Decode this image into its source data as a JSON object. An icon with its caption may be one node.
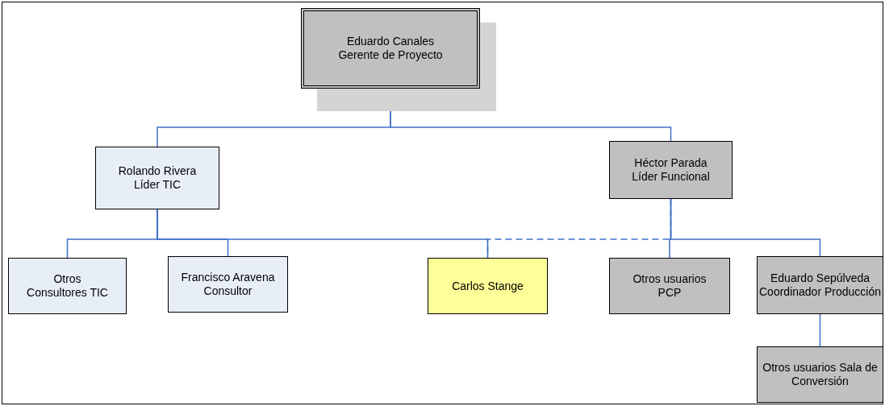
{
  "diagram": {
    "nodes": [
      {
        "text": [
          "Eduardo Canales",
          "Gerente de Proyecto"
        ]
      },
      {
        "text": [
          "Rolando Rivera",
          "Líder TIC"
        ]
      },
      {
        "text": [
          "Héctor Parada",
          "Líder Funcional"
        ]
      },
      {
        "text": [
          "Otros Consultores TIC"
        ]
      },
      {
        "text": [
          "Francisco Aravena",
          "Consultor"
        ]
      },
      {
        "text": [
          "Carlos Stange"
        ]
      },
      {
        "text": [
          "Otros usuarios PCP"
        ]
      },
      {
        "text": [
          "Eduardo Sepúlveda",
          "Coordinador Producción"
        ]
      },
      {
        "text": [
          "Otros usuarios Sala de Conversión"
        ]
      }
    ],
    "edges": [
      {
        "from": 0,
        "to": 1,
        "arrow": "none"
      },
      {
        "from": 0,
        "to": 2,
        "arrow": "none"
      },
      {
        "from": 1,
        "to": 3,
        "arrow": "none"
      },
      {
        "from": 1,
        "to": 4,
        "arrow": "none"
      },
      {
        "from": 1,
        "to": 5,
        "arrow": "none"
      },
      {
        "from": 2,
        "to": 5,
        "arrow": "none",
        "style": "dashed"
      },
      {
        "from": 2,
        "to": 6,
        "arrow": "none"
      },
      {
        "from": 2,
        "to": 7,
        "arrow": "none"
      },
      {
        "from": 7,
        "to": 8,
        "arrow": "none"
      }
    ]
  }
}
